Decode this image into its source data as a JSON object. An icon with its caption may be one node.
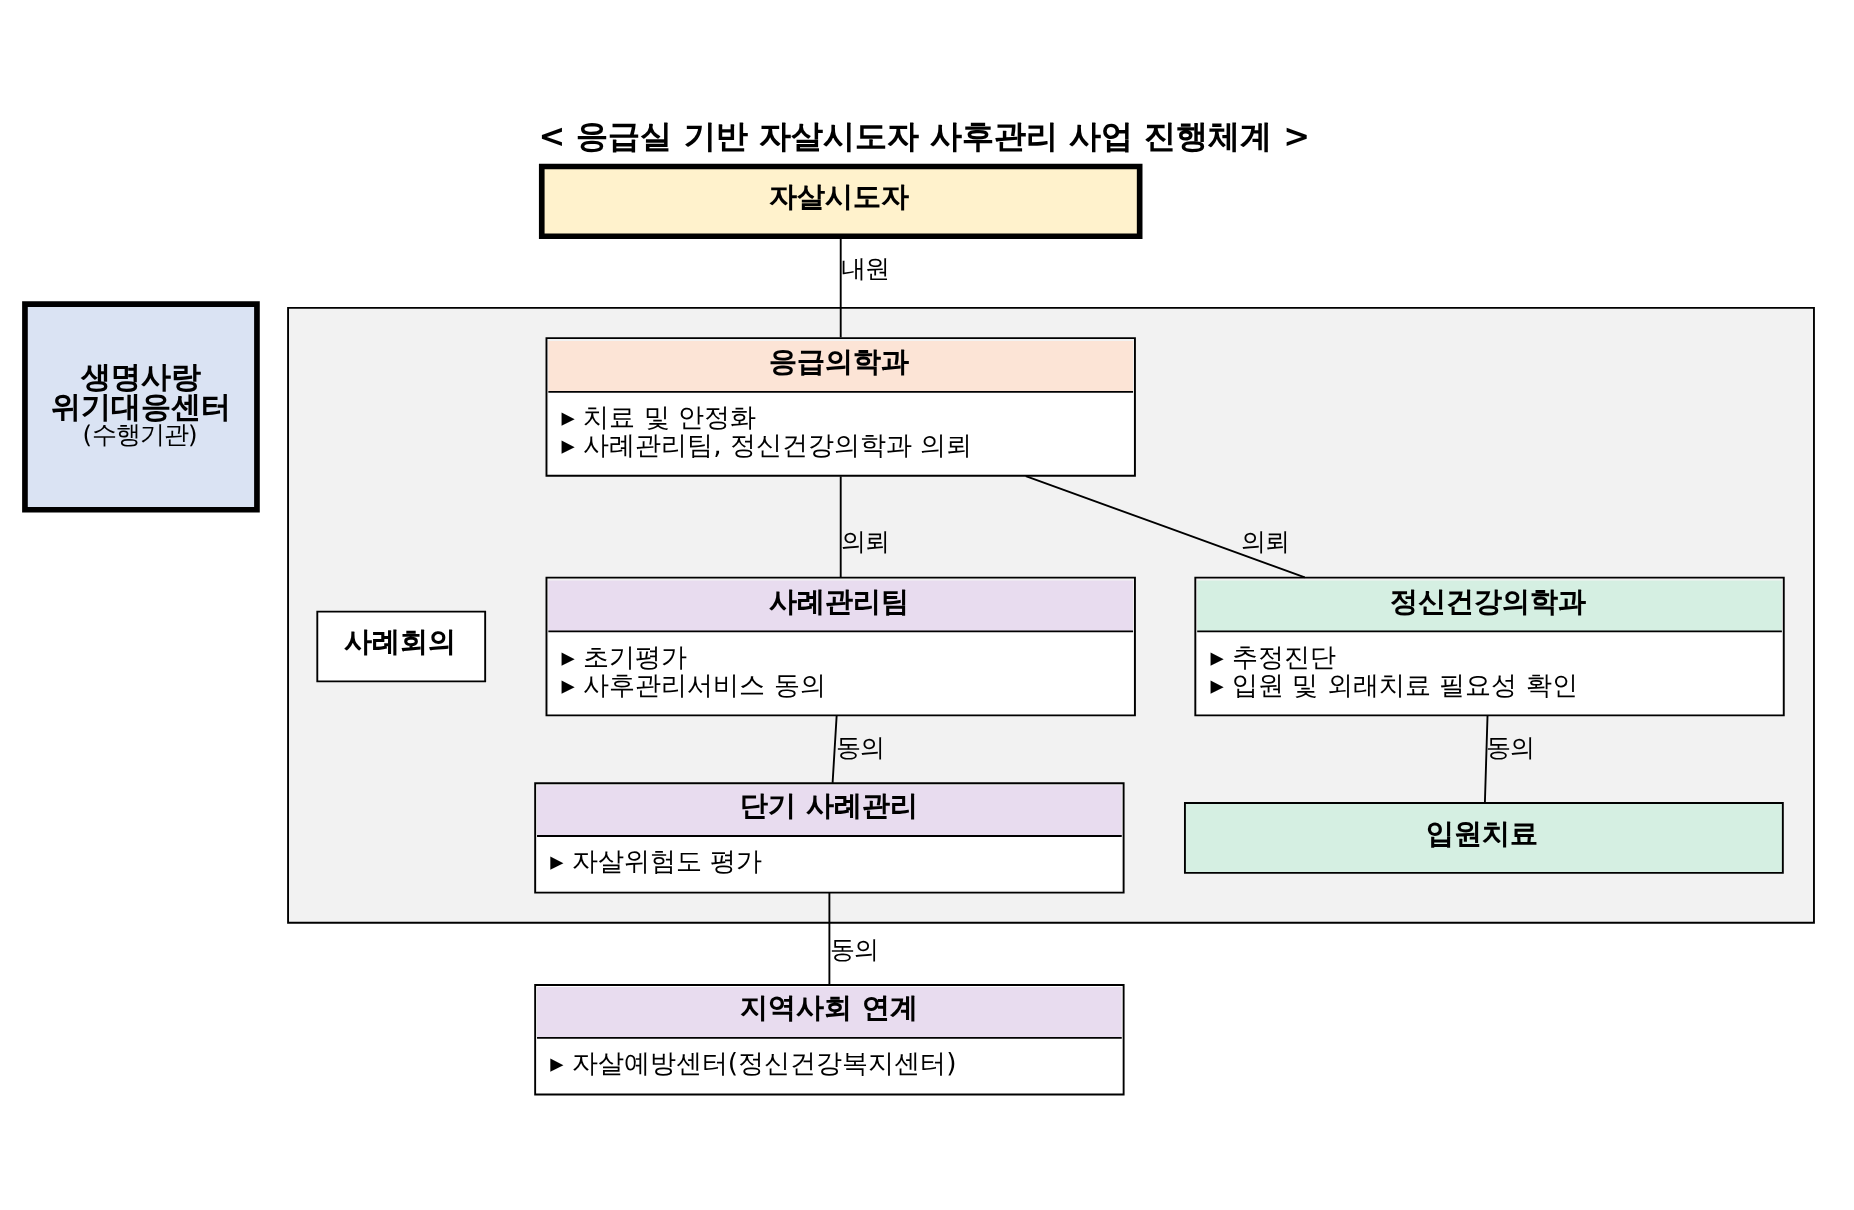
{
  "diagram": {
    "title": "< 응급실 기반 자살시도자 사후관리 사업 진행체계 >",
    "nodes": [
      {
        "text": [
          "자살시도자"
        ]
      },
      {
        "text": [],
        "shape": "box"
      },
      {
        "text": [
          "응급의학과",
          "▸ 치료 및 안정화",
          "▸ 사례관리팀, 정신건강의학과 의뢰"
        ],
        "in": 1
      },
      {
        "text": [
          "생명사랑 위기대응센터",
          "(수행기관)"
        ]
      },
      {
        "text": [
          "사례관리팀",
          "▸ 초기평가",
          "▸ 사후관리서비스 동의"
        ],
        "in": 1
      },
      {
        "text": [
          "정신건강의학과",
          "▸ 추정진단",
          "▸ 입원 및 외래치료 필요성 확인"
        ],
        "in": 1
      },
      {
        "text": [
          "사례회의"
        ],
        "in": 1
      },
      {
        "text": [
          "단기 사례관리",
          "▸ 자살위험도 평가"
        ],
        "in": 1
      },
      {
        "text": [
          "입원치료"
        ],
        "in": 1
      },
      {
        "text": [
          "지역사회 연계",
          "▸ 자살예방센터(정신건강복지센터)"
        ]
      }
    ],
    "edges": [
      {
        "from": 0,
        "to": 2,
        "arrow": "none",
        "label": "내원"
      },
      {
        "from": 2,
        "to": 4,
        "arrow": "none",
        "label": "의뢰"
      },
      {
        "from": 2,
        "to": 5,
        "arrow": "none",
        "label": "의뢰"
      },
      {
        "from": 4,
        "to": 7,
        "arrow": "none",
        "label": "동의"
      },
      {
        "from": 5,
        "to": 8,
        "arrow": "none",
        "label": "동의"
      },
      {
        "from": 7,
        "to": 9,
        "arrow": "none",
        "label": "동의"
      }
    ]
  }
}
